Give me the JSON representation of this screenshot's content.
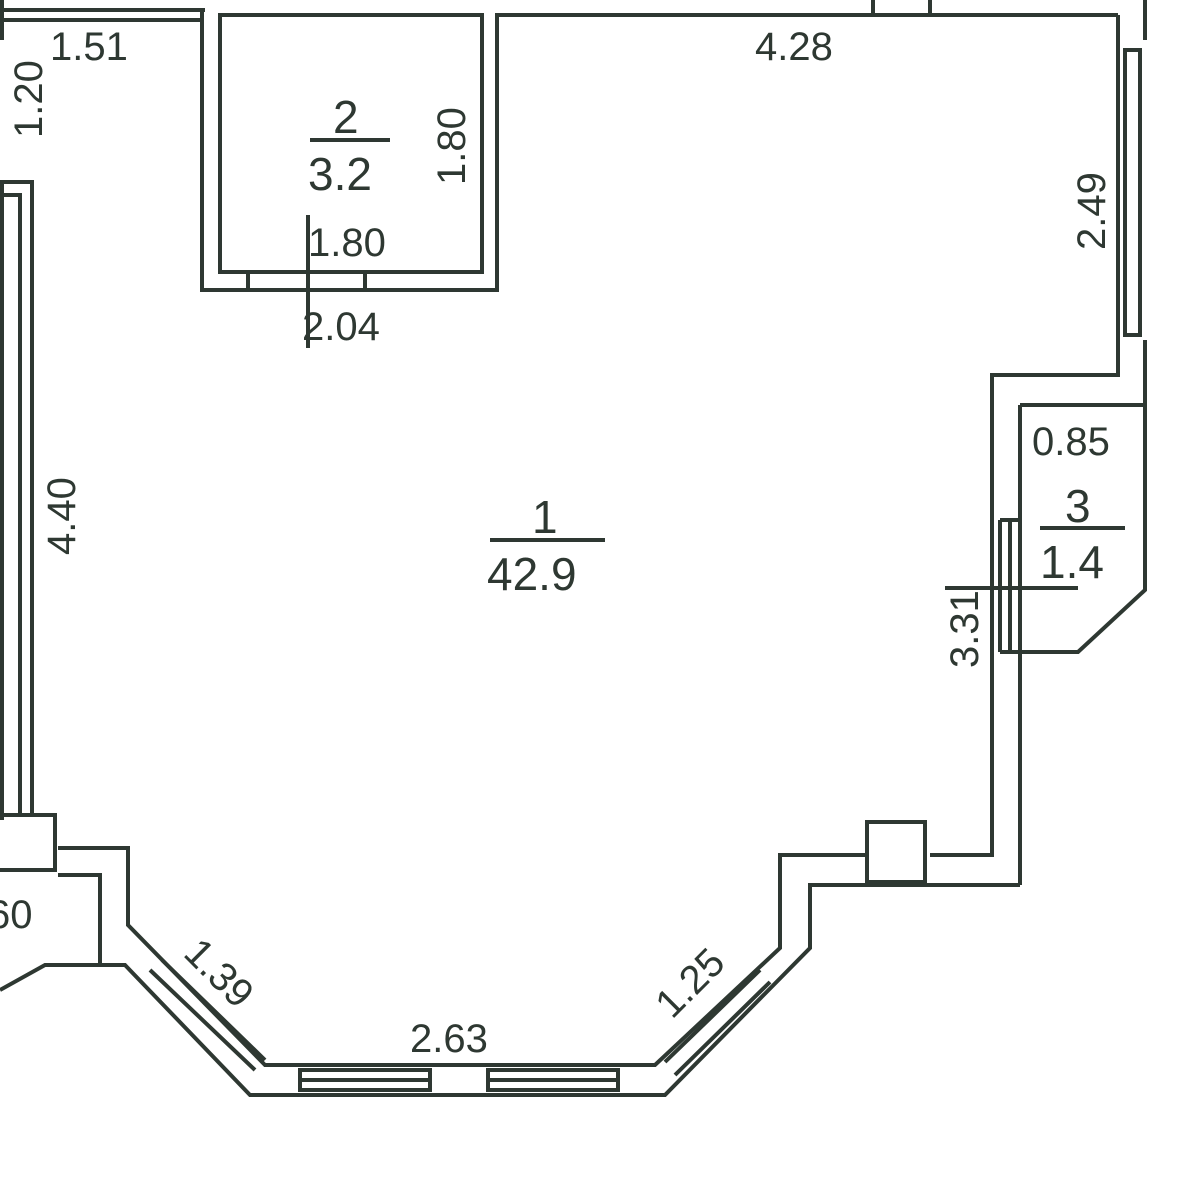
{
  "plan": {
    "rooms": [
      {
        "number": "1",
        "area": "42.9"
      },
      {
        "number": "2",
        "area": "3.2"
      },
      {
        "number": "3",
        "area": "1.4"
      }
    ],
    "dimensions": {
      "top_left": "1.51",
      "left_top_vertical": "1.20",
      "room2_height": "1.80",
      "room2_width_inner": "1.80",
      "room2_width_outer": "2.04",
      "top_right": "4.28",
      "right_upper": "2.49",
      "room3_width": "0.85",
      "right_middle": "3.31",
      "left_wall": "4.40",
      "bay_left": "1.39",
      "bay_bottom": "2.63",
      "bay_right": "1.25",
      "left_cut": "60"
    },
    "colors": {
      "ink": "#2e3832",
      "paper": "#ffffff"
    }
  }
}
